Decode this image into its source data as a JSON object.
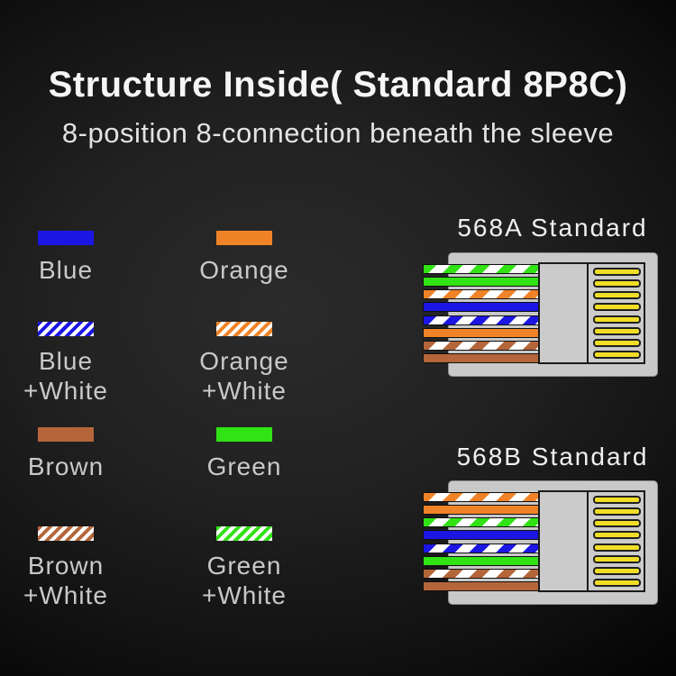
{
  "header": {
    "title": "Structure Inside( Standard 8P8C)",
    "subtitle": "8-position 8-connection beneath the sleeve"
  },
  "colors": {
    "blue": "#1b16e3",
    "orange": "#f08327",
    "green": "#31e215",
    "brown": "#b4663a",
    "white": "#ffffff",
    "pin_yellow": "#f0de26",
    "connector_gray": "#c9c9c9",
    "label_gray": "#c9c9c9"
  },
  "legend": {
    "items": [
      {
        "id": "blue",
        "wire": "blue",
        "striped": false,
        "label_lines": [
          "Blue"
        ]
      },
      {
        "id": "orange",
        "wire": "orange",
        "striped": false,
        "label_lines": [
          "Orange"
        ]
      },
      {
        "id": "blue-white",
        "wire": "blue",
        "striped": true,
        "label_lines": [
          "Blue",
          "+White"
        ]
      },
      {
        "id": "orange-white",
        "wire": "orange",
        "striped": true,
        "label_lines": [
          "Orange",
          "+White"
        ]
      },
      {
        "id": "brown",
        "wire": "brown",
        "striped": false,
        "label_lines": [
          "Brown"
        ]
      },
      {
        "id": "green",
        "wire": "green",
        "striped": false,
        "label_lines": [
          "Green"
        ]
      },
      {
        "id": "brown-white",
        "wire": "brown",
        "striped": true,
        "label_lines": [
          "Brown",
          "+White"
        ]
      },
      {
        "id": "green-white",
        "wire": "green",
        "striped": true,
        "label_lines": [
          "Green",
          "+White"
        ]
      }
    ]
  },
  "diagrams": [
    {
      "title": "568A Standard",
      "pin_count": 8,
      "wires": [
        "green-white",
        "green",
        "orange-white",
        "blue",
        "blue-white",
        "orange",
        "brown-white",
        "brown"
      ]
    },
    {
      "title": "568B Standard",
      "pin_count": 8,
      "wires": [
        "orange-white",
        "orange",
        "green-white",
        "blue",
        "blue-white",
        "green",
        "brown-white",
        "brown"
      ]
    }
  ]
}
